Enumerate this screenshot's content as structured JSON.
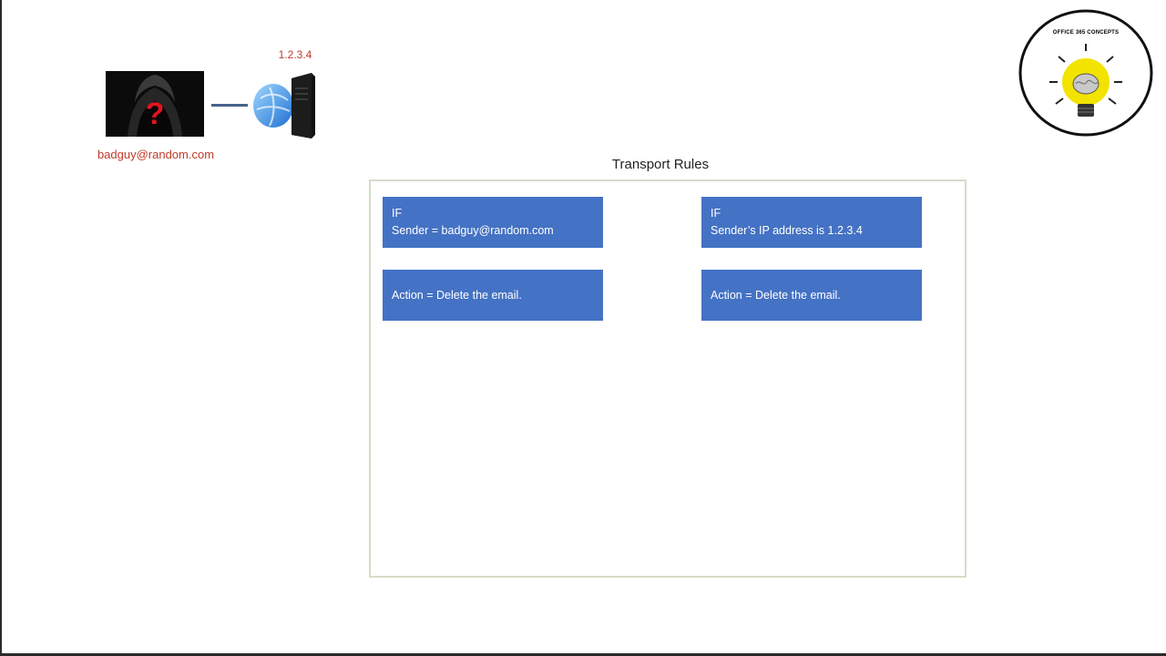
{
  "sender": {
    "email": "badguy@random.com"
  },
  "server": {
    "ip": "1.2.3.4"
  },
  "logo": {
    "text": "OFFICE 365 CONCEPTS"
  },
  "rules": {
    "title": "Transport Rules",
    "rule1": {
      "if_label": "IF",
      "condition": "Sender = badguy@random.com",
      "action": "Action = Delete the email."
    },
    "rule2": {
      "if_label": "IF",
      "condition": "Sender’s IP address is 1.2.3.4",
      "action": "Action = Delete the email."
    }
  },
  "colors": {
    "rule_box": "#4472c4",
    "alert_text": "#c0392b",
    "connector": "#46628a",
    "logo_bulb": "#f2e300"
  },
  "icons": [
    "hooded-hacker-icon",
    "mail-server-icon",
    "lightbulb-brain-icon"
  ]
}
